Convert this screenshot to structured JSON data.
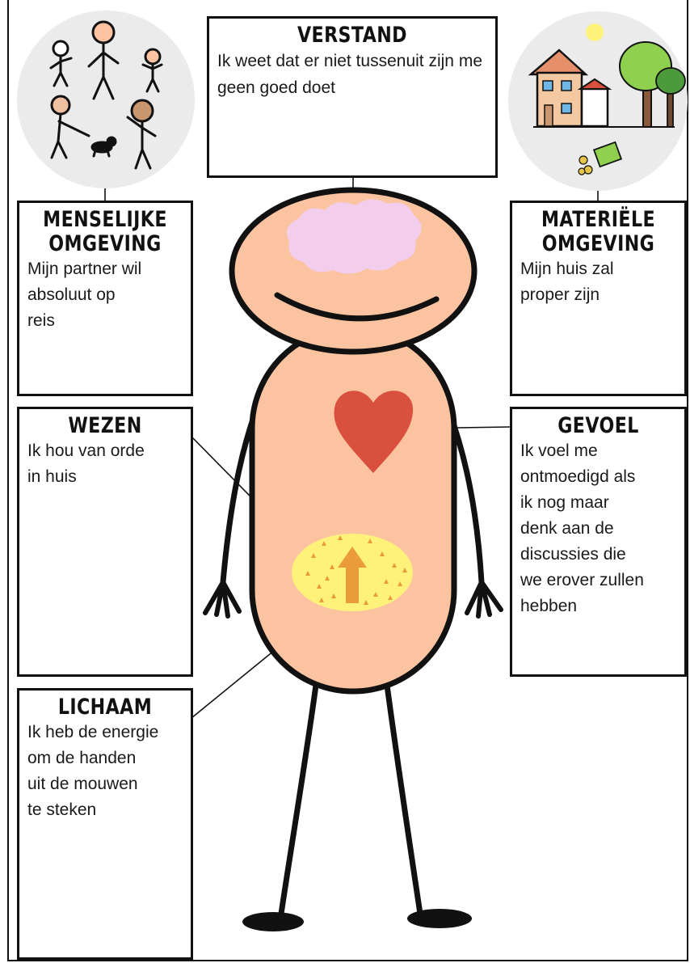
{
  "colors": {
    "skin": "#fbc39f",
    "brain": "#f3cdec",
    "heart": "#d9503e",
    "belly": "#fff27a",
    "arrow": "#ea9b3b",
    "outline": "#111111"
  },
  "boxes": {
    "verstand": {
      "title": "VERSTAND",
      "text": "Ik weet dat er niet tussenuit zijn me geen goed doet"
    },
    "menselijk": {
      "title": "MENSELIJKE\nOMGEVING",
      "text": "Mijn partner wil\nabsoluut op\nreis"
    },
    "materieel": {
      "title": "MATERIËLE\nOMGEVING",
      "text": "Mijn huis zal\nproper zijn"
    },
    "wezen": {
      "title": "WEZEN",
      "text": "Ik hou van orde\nin huis"
    },
    "gevoel": {
      "title": "GEVOEL",
      "text": "Ik voel me\nontmoedigd als\nik nog maar\ndenk aan de\ndiscussies die\nwe erover zullen\nhebben"
    },
    "lichaam": {
      "title": "LICHAAM",
      "text": "Ik heb de energie\nom de handen\nuit de mouwen\nte steken"
    }
  },
  "icons": {
    "people": "people-illustration-icon",
    "house": "house-trees-money-icon",
    "brain": "brain-icon",
    "heart": "heart-icon",
    "belly": "belly-arrow-icon"
  }
}
